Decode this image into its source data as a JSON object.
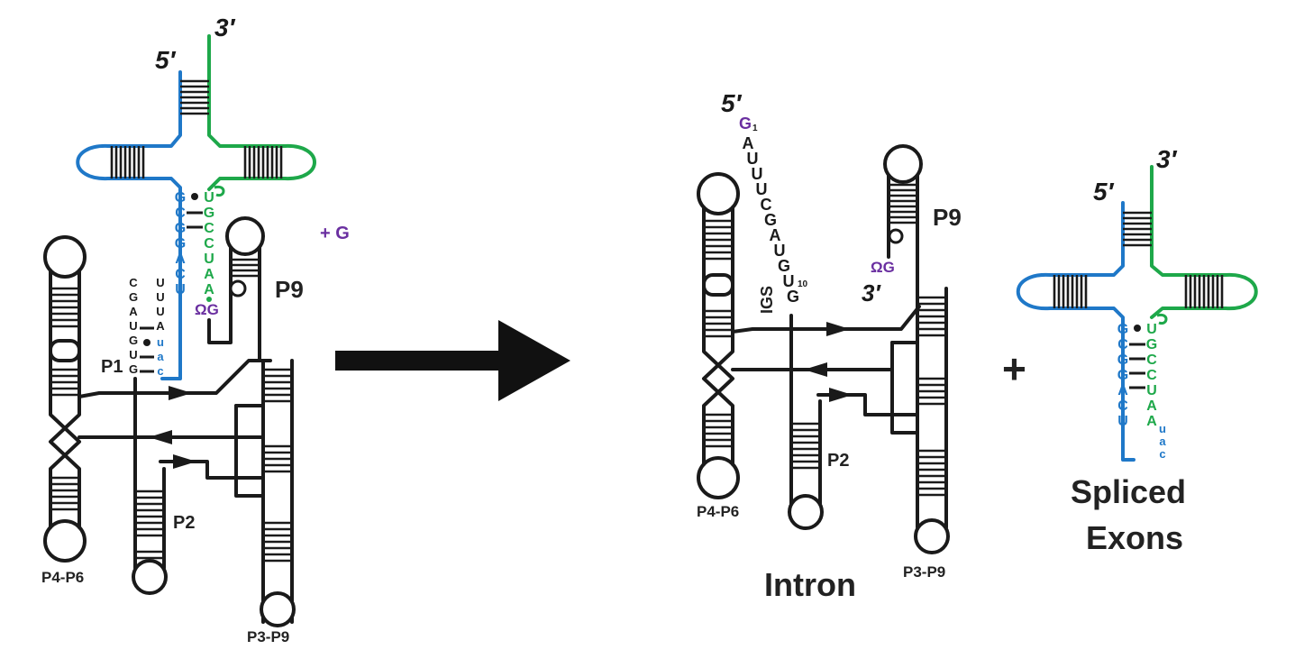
{
  "colors": {
    "ink": "#1a1a1a",
    "exon5": "#1f78c8",
    "exon3": "#1ea84a",
    "omegaG": "#6a2fa0"
  },
  "left": {
    "end5": "5′",
    "end3": "3′",
    "p1": "P1",
    "p2": "P2",
    "p9": "P9",
    "p4p6": "P4-P6",
    "p3p9": "P3-P9",
    "plus_g": "+ G",
    "omega_g": "ΩG",
    "exon5_seq": [
      "G",
      "C",
      "G",
      "G",
      "A",
      "C",
      "U"
    ],
    "exon3_seq": [
      "U",
      "G",
      "C",
      "C",
      "U",
      "A",
      "A"
    ],
    "p1_intron_left": [
      "C",
      "G",
      "A",
      "U",
      "G",
      "U",
      "G"
    ],
    "p1_intron_right": [
      "U",
      "U",
      "U",
      "A"
    ],
    "p1_exon_lower": [
      "u",
      "a",
      "c"
    ]
  },
  "right": {
    "end5": "5′",
    "end3": "3′",
    "g1": "G",
    "g1_sub": "1",
    "igs_seq": [
      "A",
      "U",
      "U",
      "U",
      "C",
      "G",
      "A",
      "U",
      "G",
      "U",
      "G"
    ],
    "g10_sub": "10",
    "igs": "IGS",
    "p2": "P2",
    "p9": "P9",
    "p4p6": "P4-P6",
    "p3p9": "P3-P9",
    "omega_g": "ΩG",
    "intron": "Intron",
    "plus": "+",
    "spliced_line1": "Spliced",
    "spliced_line2": "Exons",
    "exon_end5": "5′",
    "exon_end3": "3′",
    "exon5_seq": [
      "G",
      "C",
      "G",
      "G",
      "A",
      "C",
      "U"
    ],
    "exon3_seq": [
      "U",
      "G",
      "C",
      "C",
      "U",
      "A",
      "A"
    ],
    "exon3_lower": [
      "u",
      "a",
      "c"
    ]
  }
}
